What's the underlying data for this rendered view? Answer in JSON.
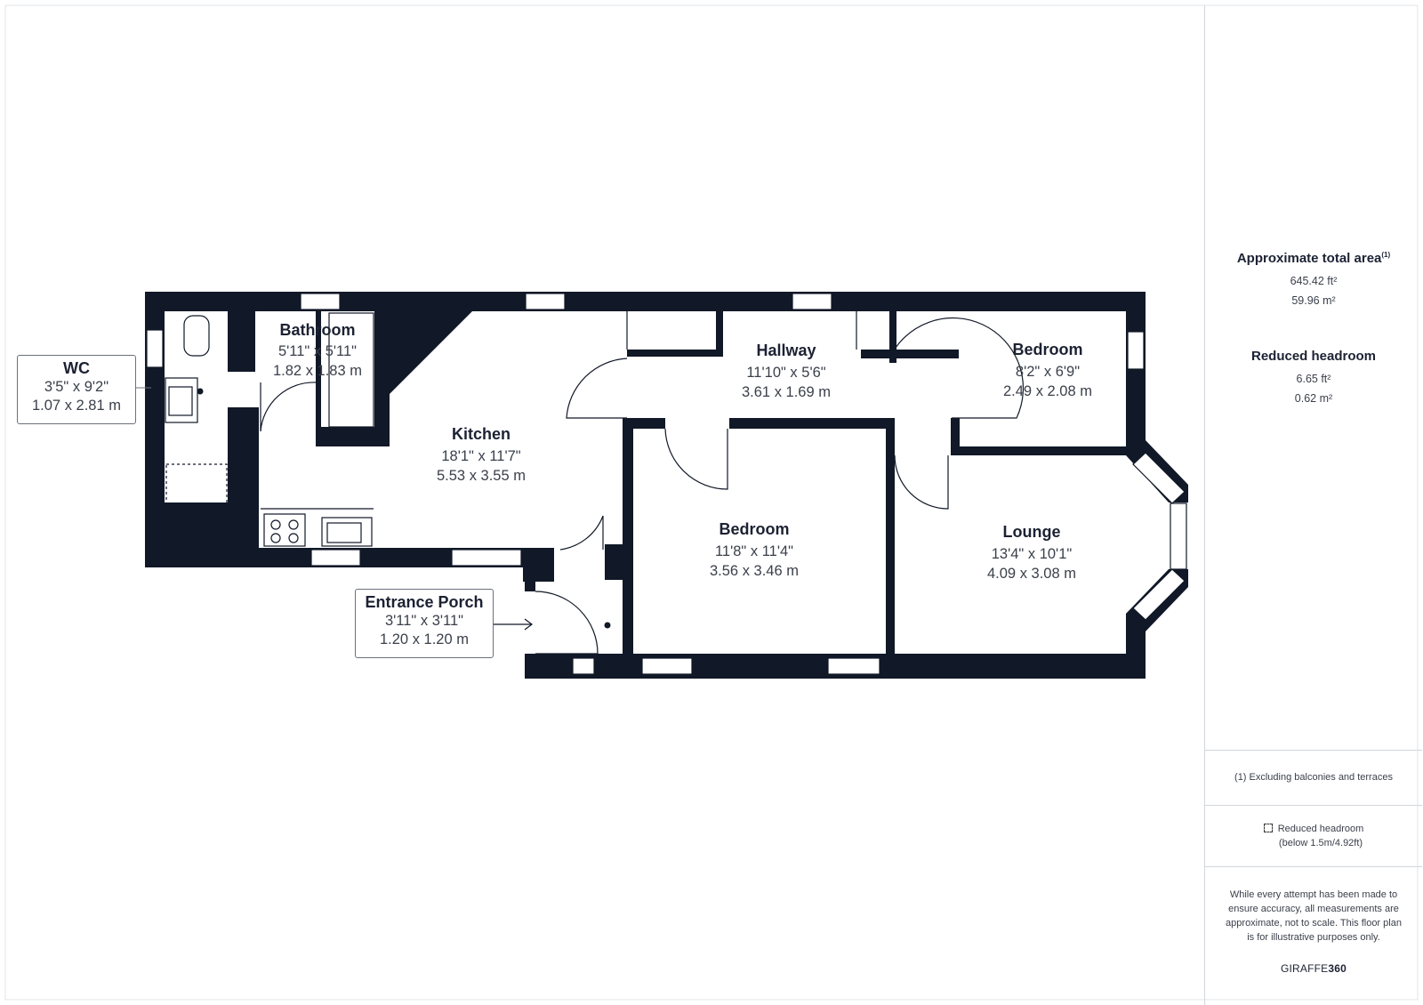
{
  "rooms": {
    "bathroom": {
      "name": "Bathroom",
      "imperial": "5'11\" x 5'11\"",
      "metric": "1.82 x 1.83 m"
    },
    "hallway": {
      "name": "Hallway",
      "imperial": "11'10\" x 5'6\"",
      "metric": "3.61 x 1.69 m"
    },
    "bedroom_small": {
      "name": "Bedroom",
      "imperial": "8'2\" x 6'9\"",
      "metric": "2.49 x 2.08 m"
    },
    "kitchen": {
      "name": "Kitchen",
      "imperial": "18'1\" x 11'7\"",
      "metric": "5.53 x 3.55 m"
    },
    "bedroom_large": {
      "name": "Bedroom",
      "imperial": "11'8\" x 11'4\"",
      "metric": "3.56 x 3.46 m"
    },
    "lounge": {
      "name": "Lounge",
      "imperial": "13'4\" x 10'1\"",
      "metric": "4.09 x 3.08 m"
    },
    "wc": {
      "name": "WC",
      "imperial": "3'5\" x 9'2\"",
      "metric": "1.07 x 2.81 m"
    },
    "entrance_porch": {
      "name": "Entrance Porch",
      "imperial": "3'11\" x 3'11\"",
      "metric": "1.20 x 1.20 m"
    }
  },
  "sidebar": {
    "total_title": "Approximate total area",
    "total_sup": "(1)",
    "total_ft": "645.42 ft²",
    "total_m": "59.96 m²",
    "reduced_title": "Reduced headroom",
    "reduced_ft": "6.65 ft²",
    "reduced_m": "0.62 m²",
    "footnote": "(1) Excluding balconies and terraces",
    "legend_line1": "Reduced headroom",
    "legend_line2": "(below 1.5m/4.92ft)",
    "disclaimer": "While every attempt has been made to ensure accuracy, all measurements are approximate, not to scale. This floor plan is for illustrative purposes only.",
    "logo_text": "GIRAFFE",
    "logo_num": "360"
  },
  "colors": {
    "wall": "#111827",
    "text": "#1c2233",
    "border": "#d3d6db"
  }
}
